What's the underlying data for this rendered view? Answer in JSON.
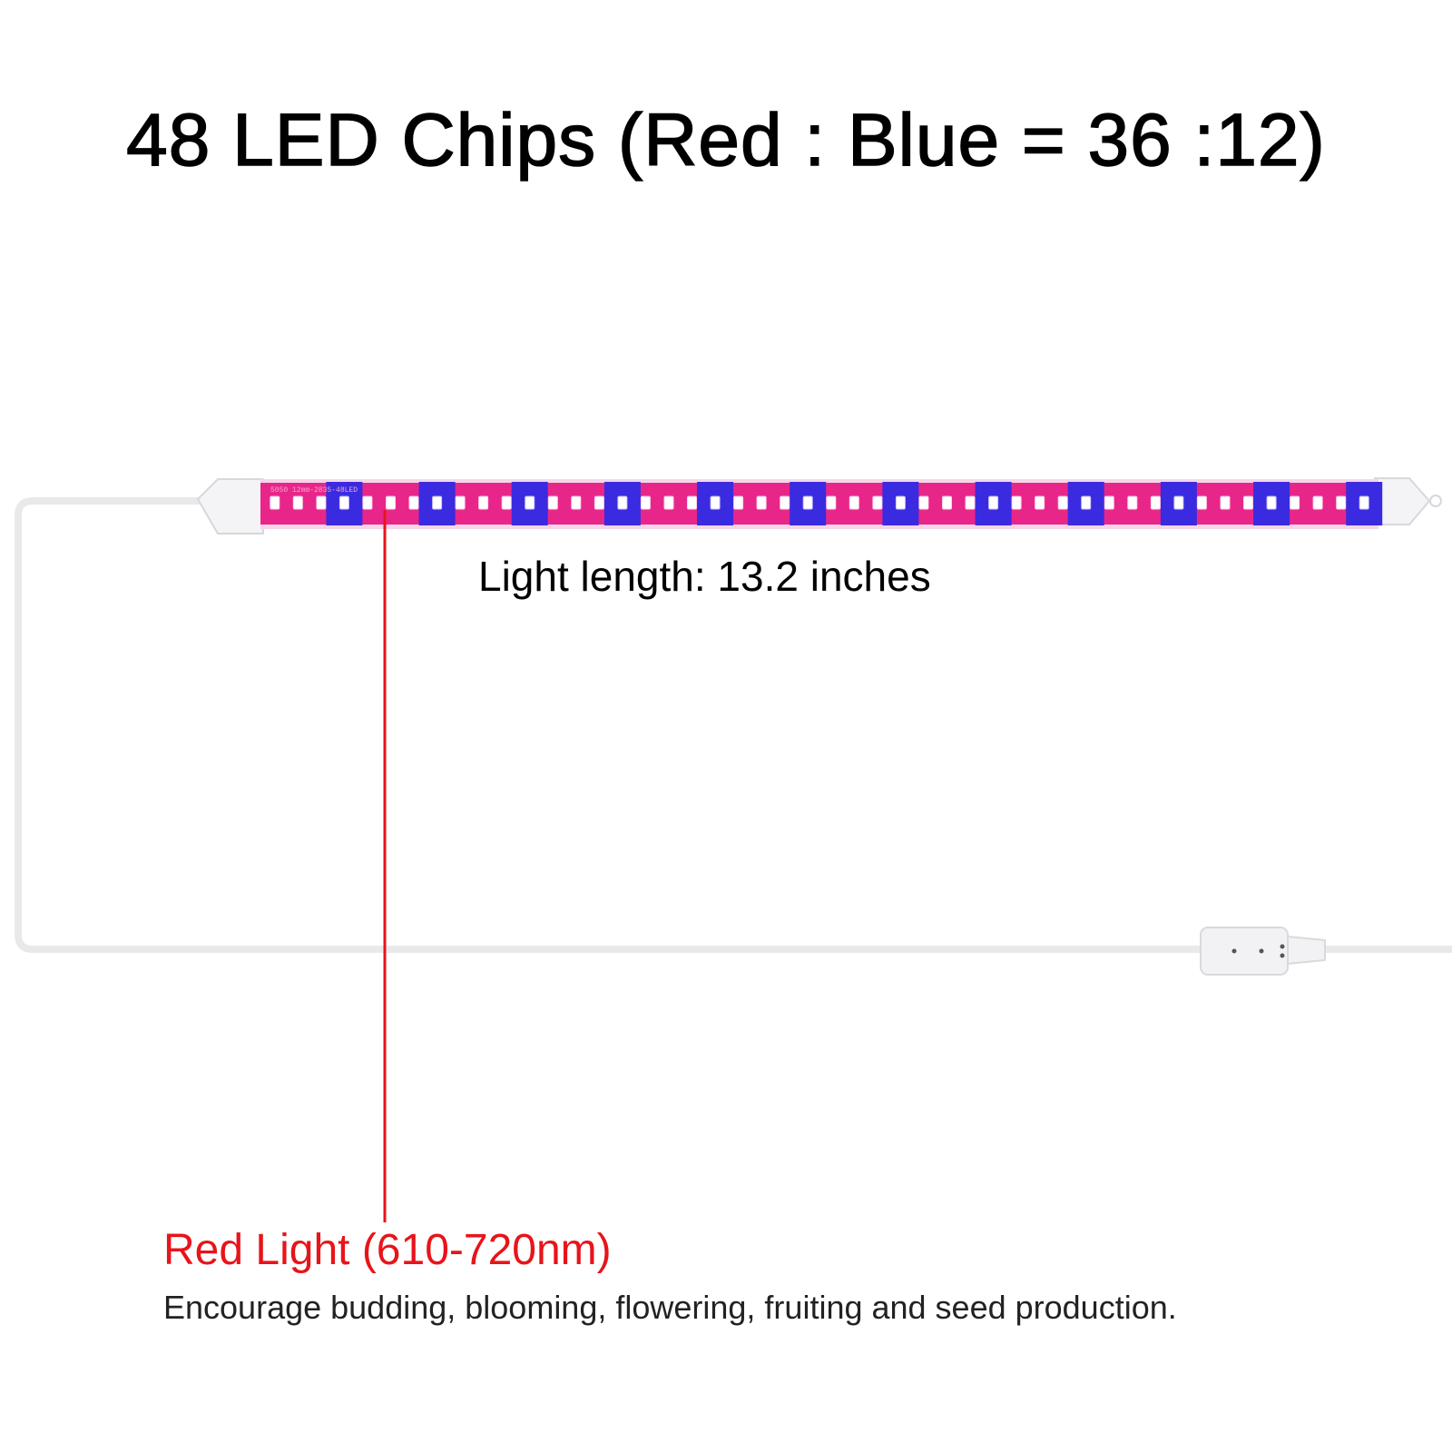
{
  "heading": "48 LED Chips (Red : Blue = 36 :12)",
  "light_length_label": "Light length: 13.2 inches",
  "red_light": {
    "title": "Red Light (610-720nm)",
    "description": "Encourage budding, blooming, flowering, fruiting and seed production."
  },
  "led_strip": {
    "total_chips": 48,
    "red_chips": 36,
    "blue_chips": 12,
    "pattern": "1 blue chip followed by 3 red chips, repeated"
  },
  "colors": {
    "red_text": "#e8141a",
    "magenta_led": "#e8268a",
    "blue_led": "#3a2be0",
    "callout_line": "#e8141a"
  }
}
